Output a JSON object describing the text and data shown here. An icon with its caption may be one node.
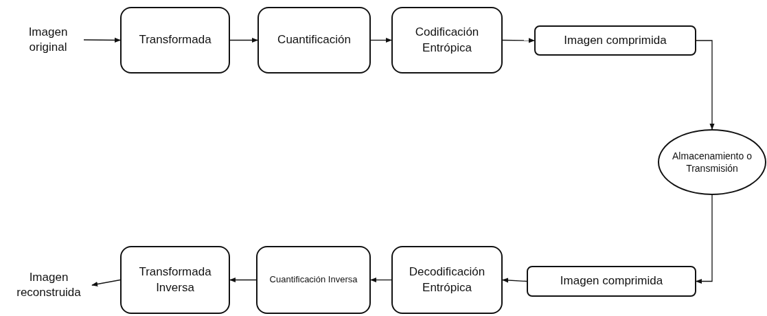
{
  "diagram": {
    "nodes": [
      {
        "text": [
          "Imagen original"
        ]
      },
      {
        "text": [
          "Transformada"
        ]
      },
      {
        "text": [
          "Cuantificación"
        ]
      },
      {
        "text": [
          "Codificación Entrópica"
        ]
      },
      {
        "text": [
          "Imagen comprimida"
        ]
      },
      {
        "text": [
          "Almacenamiento o Transmisión"
        ]
      },
      {
        "text": [
          "Imagen comprimida"
        ]
      },
      {
        "text": [
          "Decodificación Entrópica"
        ]
      },
      {
        "text": [
          "Cuantificación Inversa"
        ]
      },
      {
        "text": [
          "Transformada Inversa"
        ]
      },
      {
        "text": [
          "Imagen reconstruida"
        ]
      }
    ],
    "edges": [
      {
        "from": 0,
        "to": 1,
        "arrow": "to"
      },
      {
        "from": 1,
        "to": 2,
        "arrow": "to"
      },
      {
        "from": 2,
        "to": 3,
        "arrow": "to"
      },
      {
        "from": 3,
        "to": 4,
        "arrow": "to"
      },
      {
        "from": 4,
        "to": 5,
        "arrow": "to"
      },
      {
        "from": 5,
        "to": 6,
        "arrow": "to"
      },
      {
        "from": 6,
        "to": 7,
        "arrow": "to"
      },
      {
        "from": 7,
        "to": 8,
        "arrow": "to"
      },
      {
        "from": 8,
        "to": 9,
        "arrow": "to"
      },
      {
        "from": 9,
        "to": 10,
        "arrow": "to"
      }
    ]
  }
}
